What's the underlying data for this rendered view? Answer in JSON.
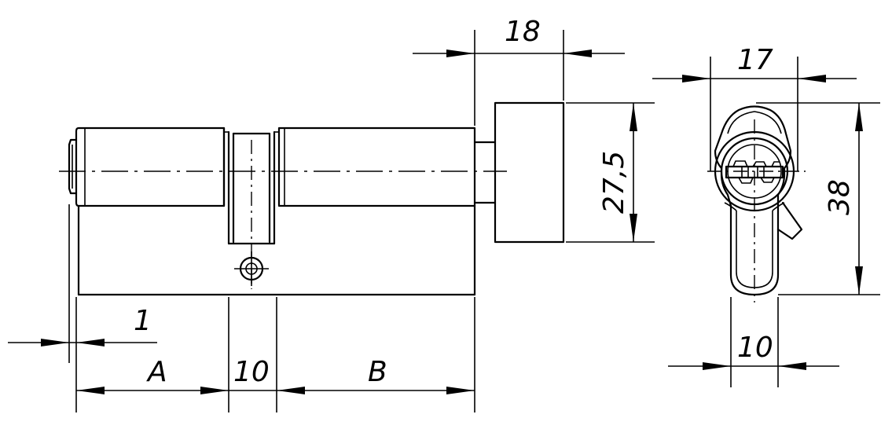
{
  "dimensions": {
    "overhang": "1",
    "length_a": "A",
    "center": "10",
    "length_b": "B",
    "knob_depth": "18",
    "knob_diameter": "27,5",
    "profile_width": "17",
    "profile_height": "38",
    "profile_bottom_width": "10"
  }
}
